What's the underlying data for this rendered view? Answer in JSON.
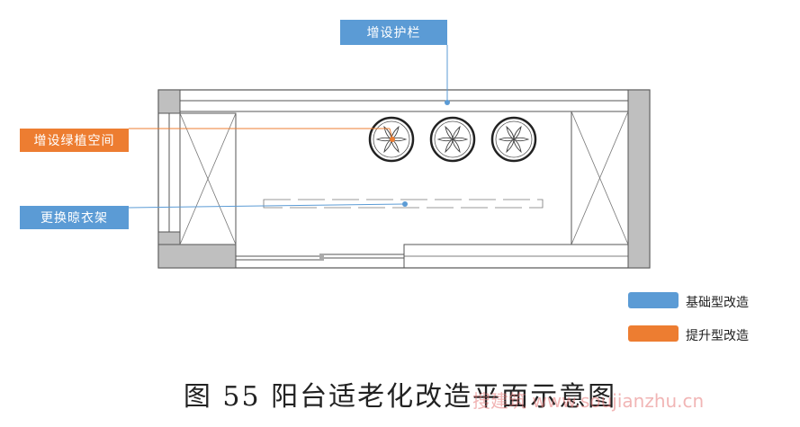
{
  "labels": {
    "railing": "增设护栏",
    "greenery": "增设绿植空间",
    "drying_rack": "更换晾衣架"
  },
  "legend": [
    {
      "label": "基础型改造",
      "color": "#5b9bd5"
    },
    {
      "label": "提升型改造",
      "color": "#ed7d31"
    }
  ],
  "caption": "图 55 阳台适老化改造平面示意图",
  "watermark": "搜建筑 www.soujianzhu.cn",
  "colors": {
    "basic": "#5b9bd5",
    "upgrade": "#ed7d31",
    "wall": "#bfbfbf",
    "line": "#555555"
  },
  "plant_pot_count": 3
}
